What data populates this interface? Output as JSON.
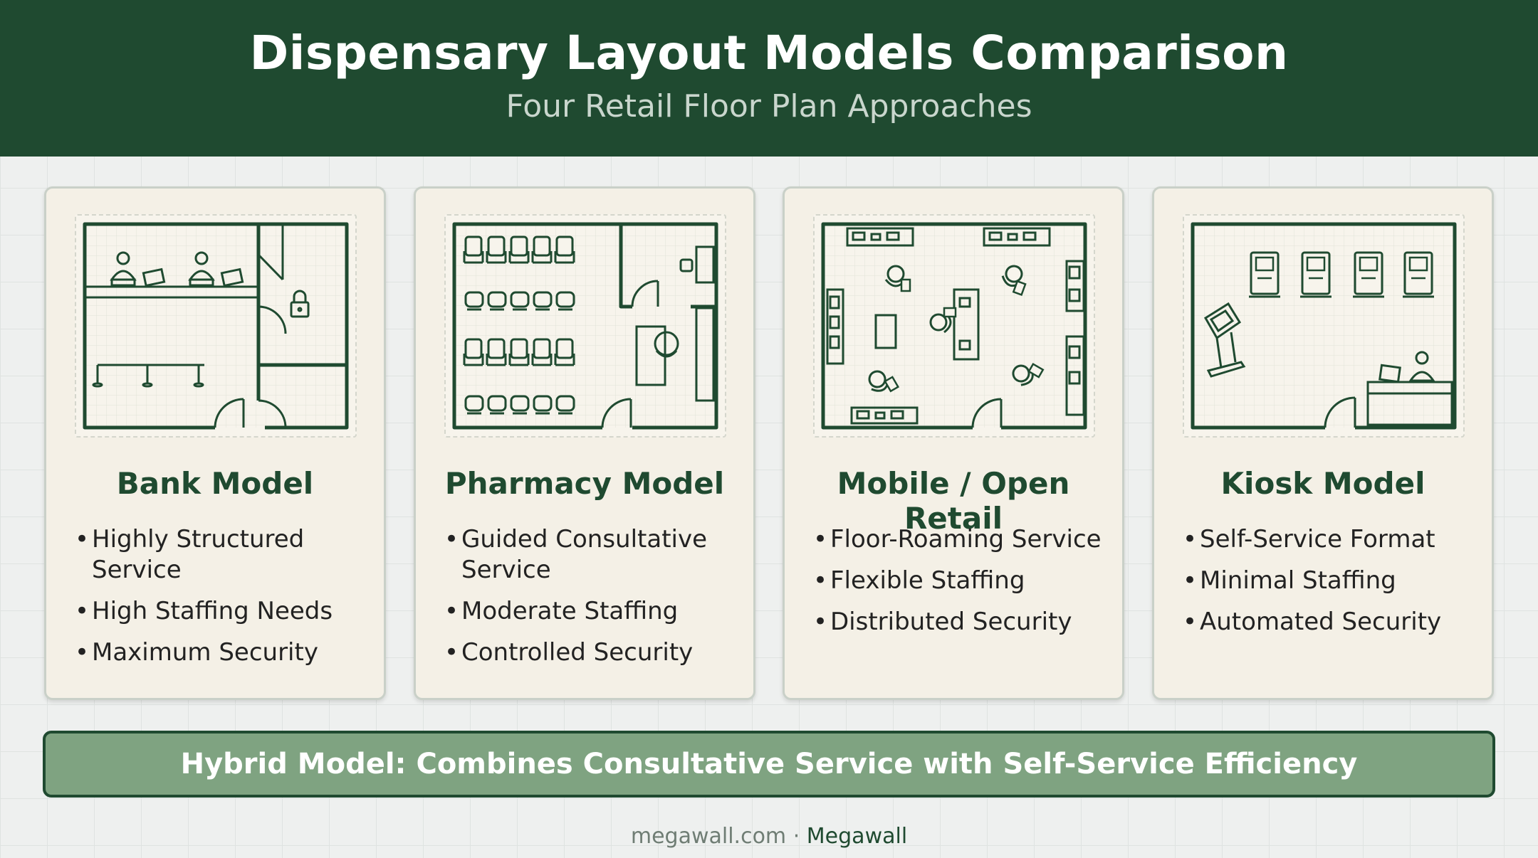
{
  "header": {
    "title": "Dispensary Layout Models Comparison",
    "subtitle": "Four Retail Floor Plan Approaches"
  },
  "cards": [
    {
      "title": "Bank Model",
      "bullets": [
        "Highly Structured Service",
        "High Staffing Needs",
        "Maximum Security"
      ]
    },
    {
      "title": "Pharmacy Model",
      "bullets": [
        "Guided Consultative Service",
        "Moderate Staffing",
        "Controlled Security"
      ]
    },
    {
      "title": "Mobile / Open Retail",
      "bullets": [
        "Floor-Roaming Service",
        "Flexible Staffing",
        "Distributed Security"
      ]
    },
    {
      "title": "Kiosk Model",
      "bullets": [
        "Self-Service Format",
        "Minimal Staffing",
        "Automated Security"
      ]
    }
  ],
  "banner": {
    "text": "Hybrid Model: Combines Consultative Service with Self-Service Efficiency"
  },
  "footer": {
    "site": "megawall.com",
    "separator": "·",
    "brand": "Megawall"
  },
  "colors": {
    "header_bg": "#1f4a30",
    "card_bg": "#f4f0e6",
    "banner_bg": "#7fa381",
    "accent": "#1f4a30"
  }
}
